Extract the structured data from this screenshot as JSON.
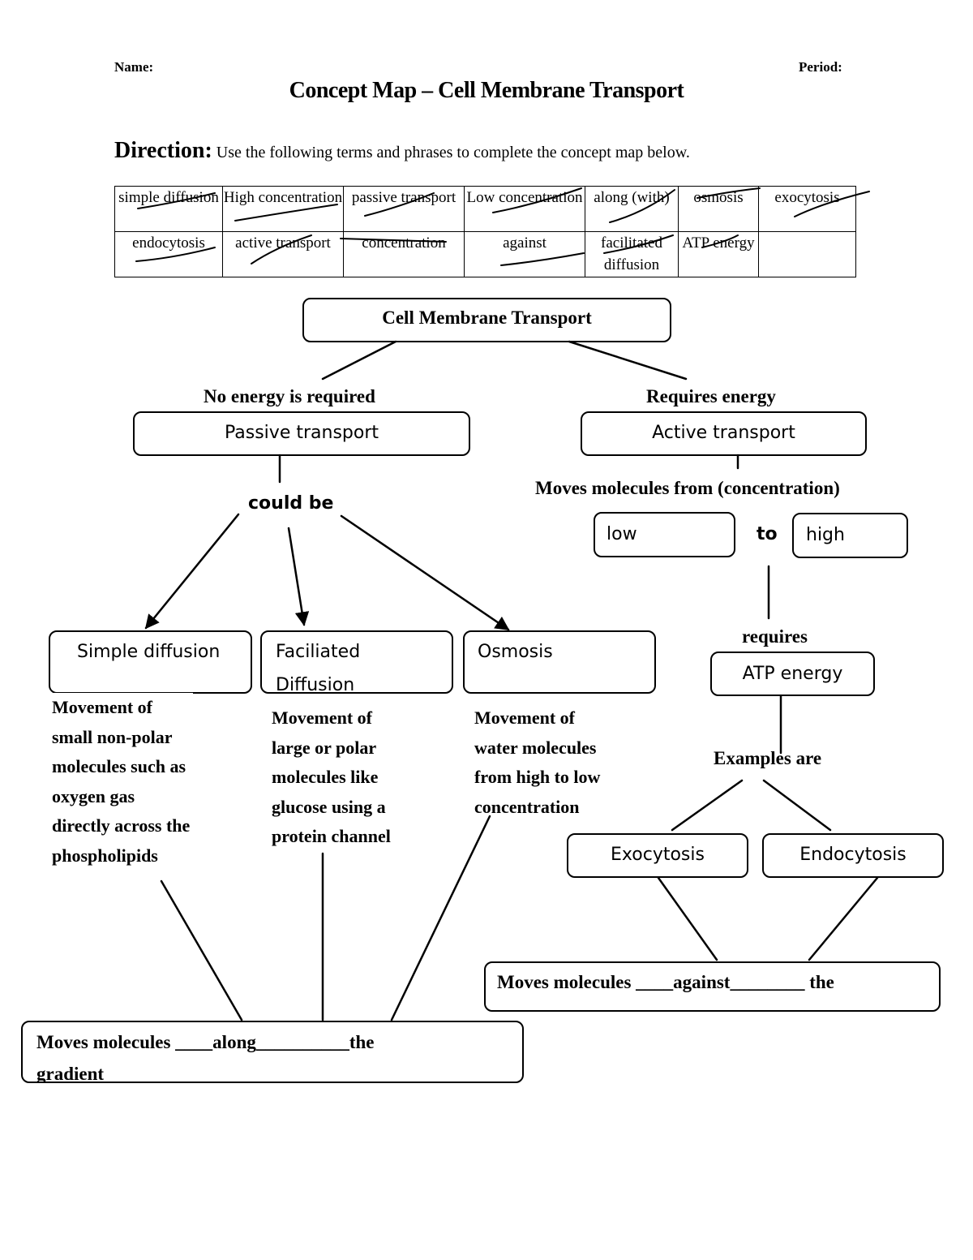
{
  "header": {
    "name_label": "Name:",
    "period_label": "Period:",
    "title": "Concept Map – Cell Membrane Transport"
  },
  "direction": {
    "label": "Direction",
    "colon": ":",
    "text": " Use the following terms and phrases to complete the concept map below."
  },
  "word_bank": {
    "row1": [
      "simple diffusion",
      "High concentration",
      "passive transport",
      "Low concentration",
      "along (with)",
      "osmosis",
      "exocytosis"
    ],
    "row2": [
      "endocytosis",
      "active transport",
      "concentration",
      "against",
      "facilitated diffusion",
      "ATP energy",
      ""
    ]
  },
  "map": {
    "root": "Cell Membrane Transport",
    "left_link": "No energy is required",
    "right_link": "Requires energy",
    "passive": "Passive transport",
    "active": "Active transport",
    "could_be": "could be",
    "moves_from": "Moves molecules from (concentration)",
    "low": "low",
    "to": "to",
    "high": "high",
    "requires": "requires",
    "atp": "ATP energy",
    "examples": "Examples are",
    "exocytosis": "Exocytosis",
    "endocytosis": "Endocytosis",
    "simple_diffusion": "Simple diffusion",
    "facilitated": "Faciliated",
    "facilitated_cut": "Diffusion",
    "osmosis": "Osmosis",
    "simple_desc": [
      "Movement of",
      "small non-polar",
      "molecules such as",
      "oxygen gas",
      "directly across the",
      "phospholipids"
    ],
    "facilitated_desc": [
      "Movement of",
      "large or polar",
      "molecules like",
      "glucose using a",
      "protein channel"
    ],
    "osmosis_desc": [
      "Movement of",
      "water molecules",
      "from high to low",
      "concentration"
    ],
    "along_box": "Moves molecules ____along__________the",
    "along_box_cut": "gradient",
    "against_box": "Moves molecules ____against________ the"
  }
}
